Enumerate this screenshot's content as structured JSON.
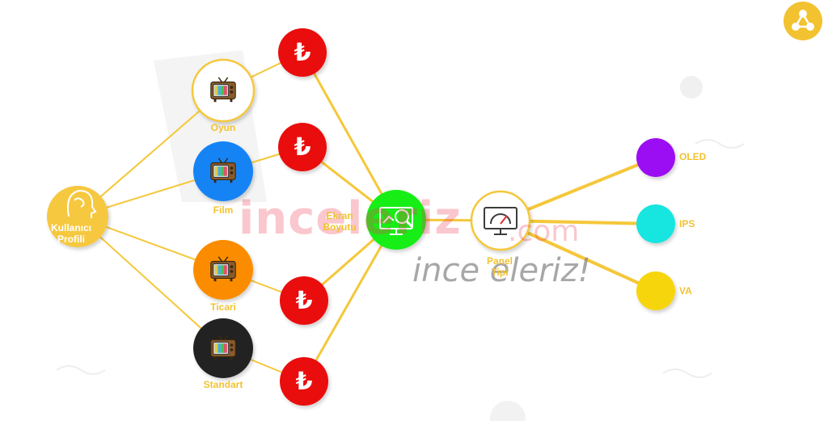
{
  "labels": {
    "kullanici_profili": "Kullanıcı\nProfili",
    "oyun": "Oyun",
    "film": "Film",
    "ticari": "Ticari",
    "standart": "Standart",
    "ekran_boyutu": "Ekran\nBoyutu",
    "panel_tipi": "Panel\nTipi",
    "oled": "OLED",
    "ips": "IPS",
    "va": "VA"
  },
  "price_symbol": "₺",
  "watermark": {
    "main": "inceleriz",
    "com": ".com",
    "sub": "ince eleriz!"
  },
  "colors": {
    "line": "#f5c73a",
    "profile": "#f6c840",
    "oyun": "#ffffff",
    "film": "#1783f5",
    "ticari": "#fb8c05",
    "standart": "#222222",
    "price": "#ea0f0f",
    "ekran": "#12ee12",
    "panel": "#ffffff",
    "oled": "#9b10f2",
    "ips": "#16e5e0",
    "va": "#f7d507"
  },
  "icons": {
    "share": "share-network-icon",
    "profile": "head-brain-icon",
    "tv": "retro-tv-icon",
    "price": "turkish-lira-icon",
    "ekran": "monitor-magnifier-icon",
    "panel": "monitor-speedometer-icon"
  }
}
